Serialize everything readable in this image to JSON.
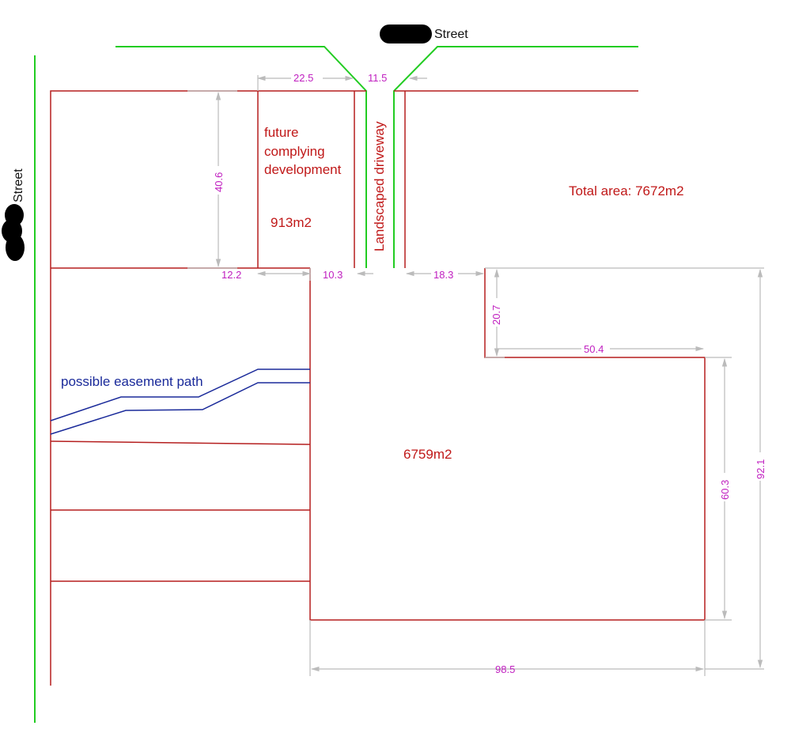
{
  "colors": {
    "boundary": "#b51f1f",
    "street_line": "#22cc22",
    "dimension": "#bbbbbb",
    "dimension_text": "#c020c0",
    "path": "#1a2a9a",
    "label_red": "#c01818",
    "label_blue": "#1a2a9a",
    "redaction": "#000000"
  },
  "streets": {
    "top_label": "Street",
    "left_label": "Street"
  },
  "labels": {
    "future_line1": "future",
    "future_line2": "complying",
    "future_line3": "development",
    "future_area": "913m2",
    "driveway": "Landscaped driveway",
    "total_area": "Total area: 7672m2",
    "main_area": "6759m2",
    "easement": "possible easement path"
  },
  "dimensions": {
    "d_22_5": "22.5",
    "d_11_5": "11.5",
    "d_40_6": "40.6",
    "d_12_2": "12.2",
    "d_10_3": "10.3",
    "d_18_3": "18.3",
    "d_20_7": "20.7",
    "d_50_4": "50.4",
    "d_60_3": "60.3",
    "d_92_1": "92.1",
    "d_98_5": "98.5"
  }
}
